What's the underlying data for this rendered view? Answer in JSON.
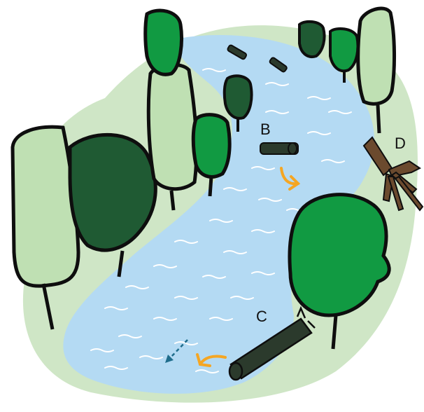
{
  "labels": {
    "B": "B",
    "C": "C",
    "D": "D"
  },
  "colors": {
    "bank": "#cfe6c6",
    "water": "#b4daf3",
    "ripple": "#ffffff",
    "tree_light": "#bfe0b3",
    "tree_mid": "#119a42",
    "tree_dark": "#1f5a33",
    "log": "#2b3a2c",
    "root": "#6b4a2e",
    "arrow_orange": "#f5a623",
    "arrow_blue": "#1f6d8c",
    "outline": "#0e0e0e"
  }
}
